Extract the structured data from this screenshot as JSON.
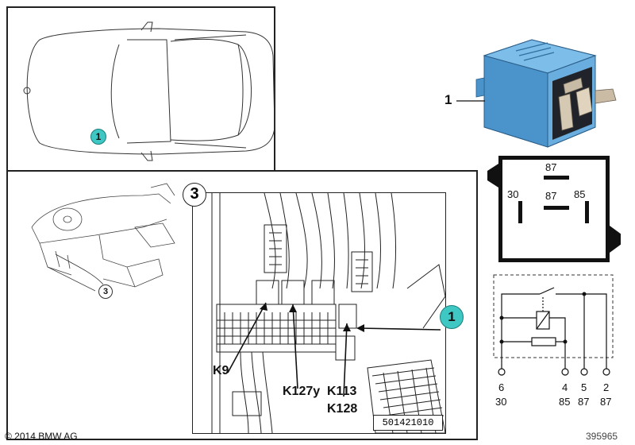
{
  "car_topview": {
    "callout": "1"
  },
  "install_panel": {
    "interior_callout": "3",
    "detail_number": "3",
    "detail_callout": "1",
    "labels": {
      "k9": "K9",
      "k127y": "K127y",
      "k113": "K113",
      "k128": "K128"
    },
    "image_code": "501421010"
  },
  "relay": {
    "part_number": "1",
    "color": "#6fb0e0"
  },
  "relay_pinout": {
    "pins": {
      "top": "87",
      "left": "30",
      "center": "87",
      "right": "85"
    }
  },
  "circuit": {
    "terminals": [
      {
        "number": "6",
        "name": "30"
      },
      {
        "number": "4",
        "name": "85"
      },
      {
        "number": "5",
        "name": "87"
      },
      {
        "number": "2",
        "name": "87"
      }
    ]
  },
  "footer": {
    "copyright": "© 2014 BMW AG",
    "diagram_id": "395965"
  }
}
